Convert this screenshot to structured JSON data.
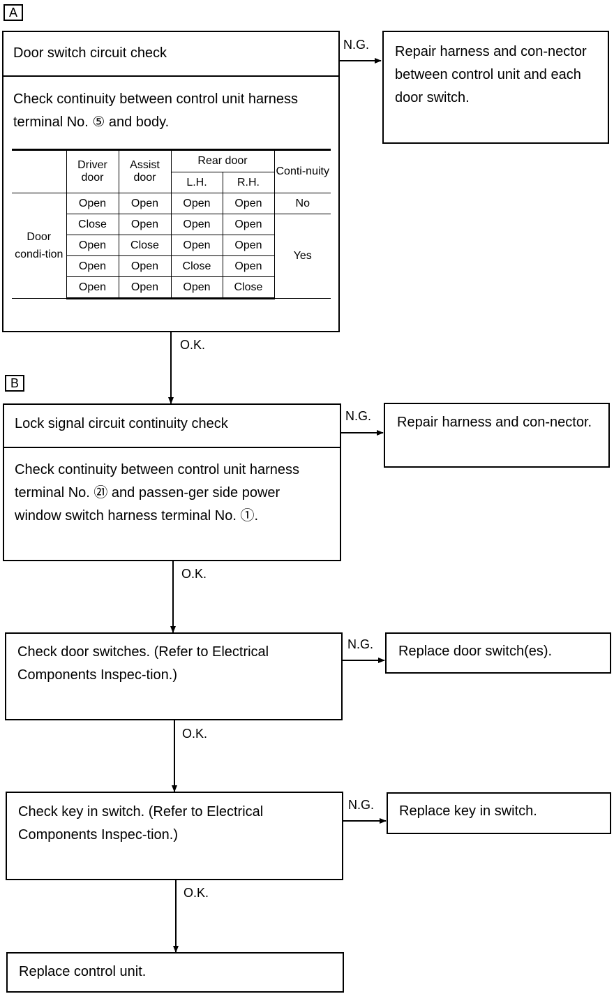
{
  "section_a": {
    "label": "A",
    "title": "Door switch circuit check",
    "instruction": "Check continuity between control unit harness terminal No. ⑤ and body.",
    "ng_label": "N.G.",
    "ng_action": "Repair harness and con-nector between control unit and each door switch.",
    "ok_label": "O.K.",
    "table": {
      "headers": {
        "driver": "Driver door",
        "assist": "Assist door",
        "rear": "Rear door",
        "lh": "L.H.",
        "rh": "R.H.",
        "continuity": "Conti-nuity"
      },
      "row_group_label": "Door condi-tion",
      "rows": [
        [
          "Open",
          "Open",
          "Open",
          "Open"
        ],
        [
          "Close",
          "Open",
          "Open",
          "Open"
        ],
        [
          "Open",
          "Close",
          "Open",
          "Open"
        ],
        [
          "Open",
          "Open",
          "Close",
          "Open"
        ],
        [
          "Open",
          "Open",
          "Open",
          "Close"
        ]
      ],
      "continuity_no": "No",
      "continuity_yes": "Yes"
    }
  },
  "section_b": {
    "label": "B",
    "title": "Lock signal circuit continuity check",
    "instruction": "Check continuity between control unit harness terminal No. ㉑ and passen-ger side power window switch harness terminal No. ①.",
    "ng_label": "N.G.",
    "ng_action": "Repair harness and con-nector.",
    "ok_label": "O.K."
  },
  "step_door_switches": {
    "text": "Check door switches. (Refer to Electrical Components Inspec-tion.)",
    "ng_label": "N.G.",
    "ng_action": "Replace door switch(es).",
    "ok_label": "O.K."
  },
  "step_key_switch": {
    "text": "Check key in switch. (Refer to Electrical Components Inspec-tion.)",
    "ng_label": "N.G.",
    "ng_action": "Replace key in switch.",
    "ok_label": "O.K."
  },
  "final_step": {
    "text": "Replace control unit."
  }
}
